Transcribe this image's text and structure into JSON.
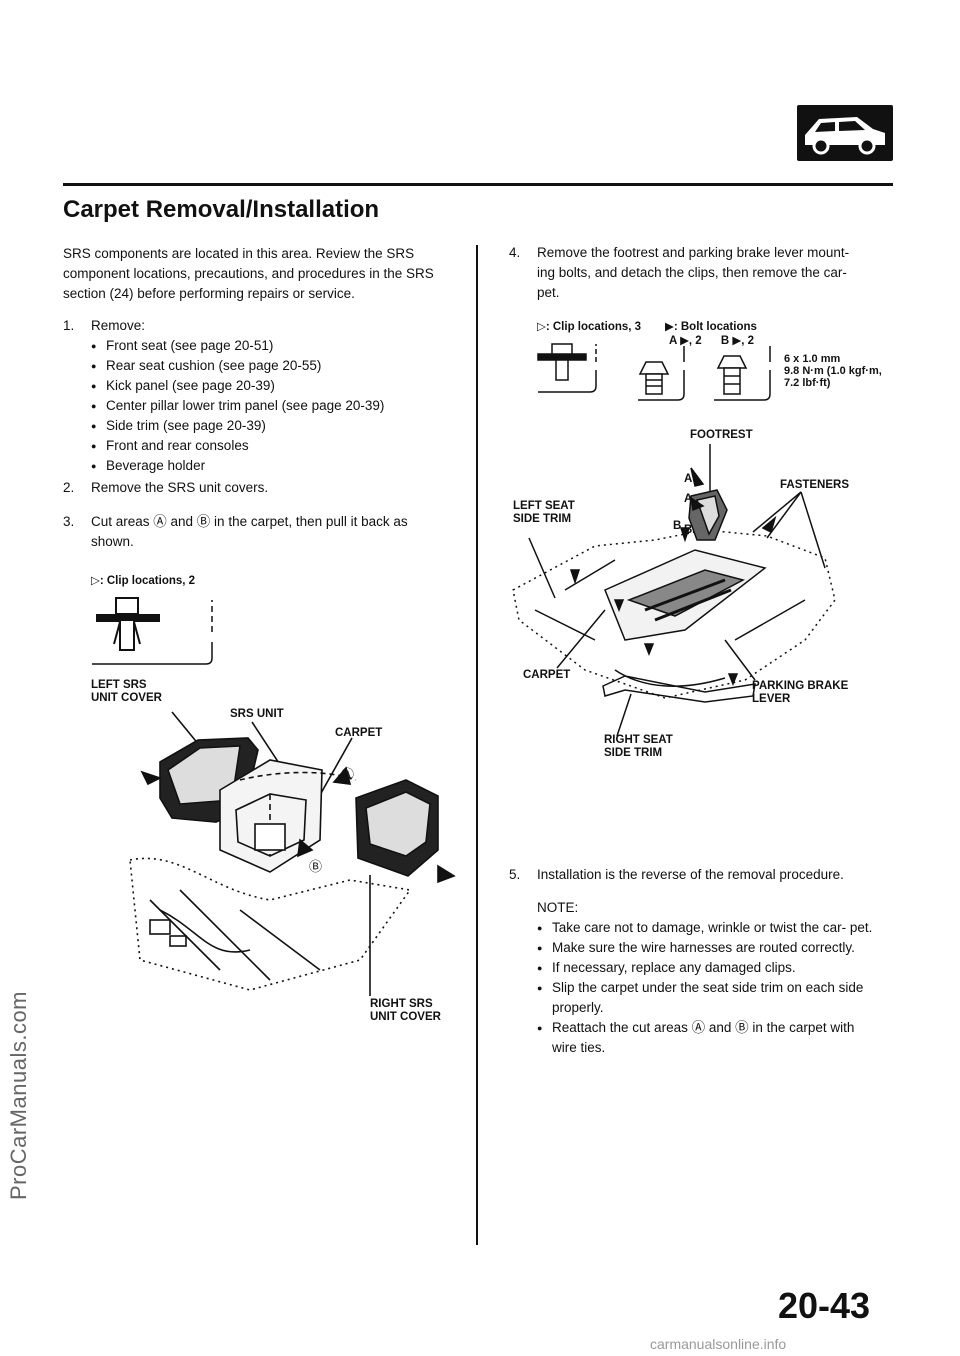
{
  "watermark": "ProCarManuals.com",
  "title": "Carpet Removal/Installation",
  "intro": "SRS components are located in this area. Review the SRS component locations, precautions, and procedures in the SRS section (24) before performing repairs or service.",
  "step1": {
    "num": "1.",
    "text": "Remove:",
    "items": [
      "Front seat (see page 20-51)",
      "Rear seat cushion (see page 20-55)",
      "Kick panel (see page 20-39)",
      "Center pillar lower trim panel (see page 20-39)",
      "Side trim (see page 20-39)",
      "Front and rear consoles",
      "Beverage holder"
    ]
  },
  "step2": {
    "num": "2.",
    "text": "Remove the SRS unit covers."
  },
  "step3": {
    "num": "3.",
    "line1": "Cut areas Ⓐ and Ⓑ in the carpet, then pull it back as",
    "line2": "shown."
  },
  "left_fig": {
    "clip_label": "▷: Clip locations, 2",
    "left_cover_1": "LEFT SRS",
    "left_cover_2": "UNIT COVER",
    "srs_unit": "SRS UNIT",
    "carpet": "CARPET",
    "marker_a": "Ⓐ",
    "marker_b": "Ⓑ",
    "right_cover_1": "RIGHT SRS",
    "right_cover_2": "UNIT COVER"
  },
  "step4": {
    "num": "4.",
    "line1": "Remove the footrest and parking brake lever mount-",
    "line2": "ing bolts, and detach the clips, then remove the car-",
    "line3": "pet."
  },
  "right_fig": {
    "clip_label": "▷: Clip locations, 3",
    "bolt_label": "▶: Bolt locations",
    "bolt_counts": "A ▶, 2      B ▶, 2",
    "torque_1": "6 x 1.0 mm",
    "torque_2": "9.8 N·m (1.0 kgf·m,",
    "torque_3": "7.2 lbf·ft)",
    "footrest": "FOOTREST",
    "fasteners": "FASTENERS",
    "left_trim_1": "LEFT SEAT",
    "left_trim_2": "SIDE TRIM",
    "carpet": "CARPET",
    "brake_1": "PARKING BRAKE",
    "brake_2": "LEVER",
    "right_trim_1": "RIGHT SEAT",
    "right_trim_2": "SIDE TRIM",
    "letter_a": "A",
    "letter_b": "B"
  },
  "step5": {
    "num": "5.",
    "text": "Installation is the reverse of the removal procedure."
  },
  "note_label": "NOTE:",
  "notes": [
    "Take care not to damage, wrinkle or twist the car- pet.",
    "Make sure the wire harnesses are routed correctly.",
    "If necessary, replace any damaged clips.",
    "Slip the carpet under the seat side trim on each side properly.",
    "Reattach the cut areas Ⓐ and Ⓑ in the carpet with wire ties."
  ],
  "page_number": "20-43",
  "footer": "carmanualsonline.info"
}
